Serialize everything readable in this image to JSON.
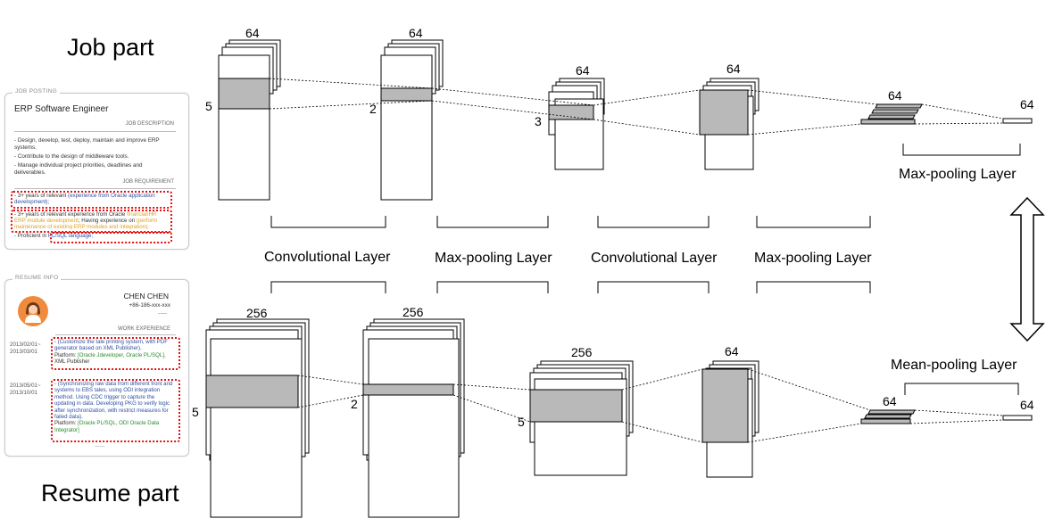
{
  "titles": {
    "job_part": "Job part",
    "resume_part": "Resume part"
  },
  "job_card": {
    "header": "JOB POSTING",
    "title": "ERP Software Engineer",
    "description_heading": "JOB DESCRIPTION",
    "description_items": [
      "- Design, develop, test, deploy, maintain and improve ERP systems.",
      "- Contribute to the design of middleware tools.",
      "- Manage individual project priorities, deadlines and deliverables."
    ],
    "requirement_heading": "JOB REQUIREMENT",
    "req1_a": "- 3+ years of relevant ",
    "req1_b": "(experience from Oracle application development);",
    "req2_a": "- 3+ years of relevant experience from Oracle ",
    "req2_b": "financial/HR ERP module development",
    "req2_c": "; Having experience on ",
    "req2_d": "(perform maintenance of existing ERP modules and integration);",
    "req3_a": "- Proficient in ",
    "req3_b": "PL/SQL language;"
  },
  "resume_card": {
    "header": "RESUME INFO",
    "name": "CHEN CHEN",
    "phone": "+86-186-xxx-xxx",
    "dashes": "-----",
    "work_heading": "WORK EXPERIENCE",
    "exp1_date": "2013/02/01~\n2013/03/01",
    "exp1_a": "- (Customize the tale printing system, with PDF generator based on XML Publisher).",
    "exp1_b": "Platform: ",
    "exp1_c": "[Oracle Jdeveloper, Oracle PL/SQL],",
    "exp1_d": "XML Publisher",
    "exp2_date": "2013/05/01~\n2013/10/01",
    "exp2_a": "- (Synchronizing raw data from different front and systems to EBS tales, using ODI integration method. Using CDC trigger to capture the updating in data. Developing PKG to verify logic after synchronization, with restrict measures for failed data).",
    "exp2_b": "Platform: ",
    "exp2_c": "[Oracle PL/SQL, ODI Oracle Data Integrator]",
    "more": "......"
  },
  "layer_labels": {
    "conv1": "Convolutional Layer",
    "maxpool1": "Max-pooling Layer",
    "conv2": "Convolutional Layer",
    "maxpool2": "Max-pooling Layer",
    "job_final": "Max-pooling Layer",
    "resume_final": "Mean-pooling Layer"
  },
  "job_dims": {
    "block1_depth": "64",
    "block1_kernel": "5",
    "block2_depth": "64",
    "block2_kernel": "2",
    "block3_depth": "64",
    "block3_kernel": "3",
    "block4_depth": "64",
    "flat_depth": "64",
    "output_depth": "64"
  },
  "resume_dims": {
    "block1_depth": "256",
    "block1_kernel": "5",
    "block2_depth": "256",
    "block2_kernel": "2",
    "block3_depth": "256",
    "block3_kernel": "5",
    "block4_depth": "64",
    "flat_depth": "64",
    "output_depth": "64"
  },
  "colors": {
    "highlight_fill": "#b9b9b9",
    "stroke": "#000000",
    "highlight_border": "#e01010",
    "avatar": "#f08a3c",
    "card_border": "#c9c9c9"
  }
}
